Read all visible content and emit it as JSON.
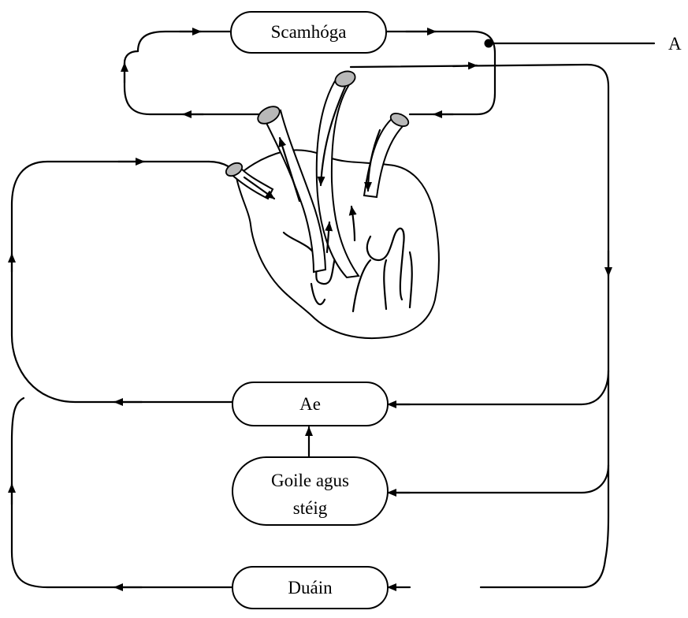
{
  "labels": {
    "lungs": "Scamhóga",
    "liver": "Ae",
    "gut_line1": "Goile agus",
    "gut_line2": "stéig",
    "kidneys": "Duáin",
    "point_a": "A"
  },
  "colors": {
    "line": "#000000",
    "vessel_opening": "#b8b8b8",
    "background": "#ffffff"
  }
}
